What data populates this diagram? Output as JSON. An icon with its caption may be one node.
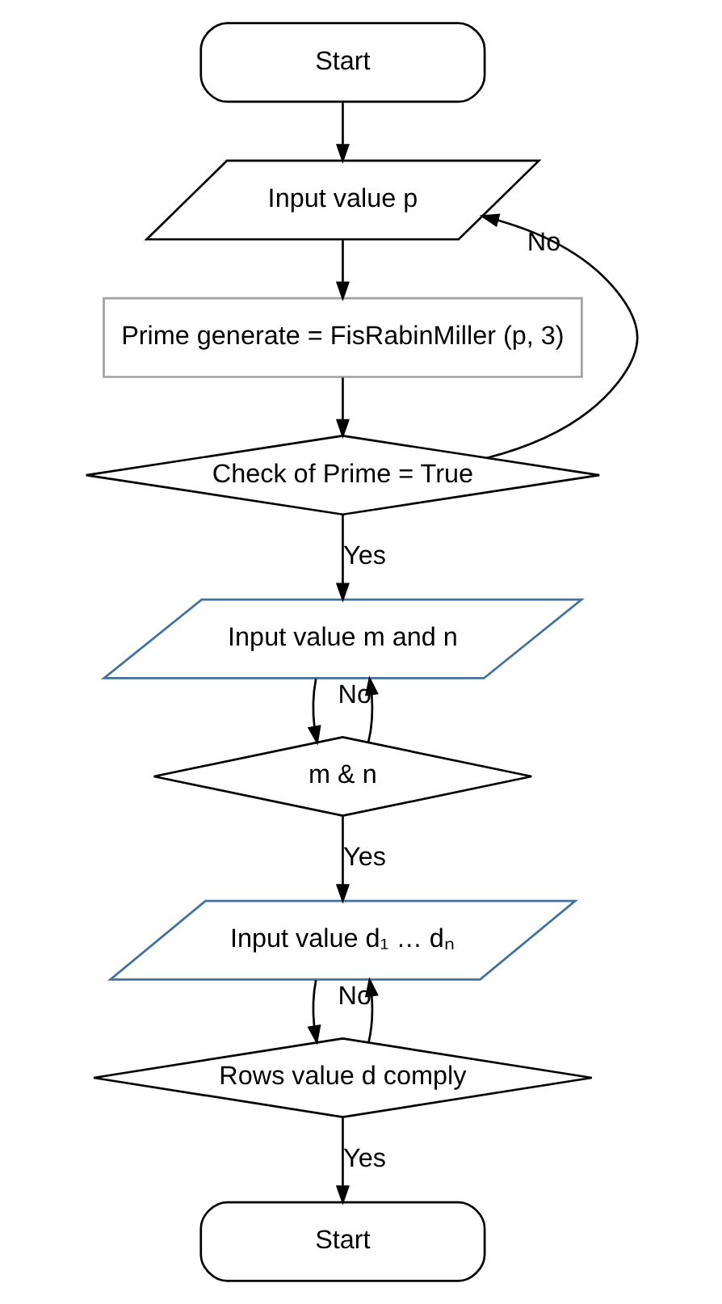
{
  "diagram": {
    "nodes": [
      {
        "text": [
          "Start"
        ]
      },
      {
        "text": [
          "Input value p"
        ]
      },
      {
        "text": [
          "Prime generate = FisRabinMiller (p, 3)"
        ]
      },
      {
        "text": [
          "Check of Prime = True"
        ]
      },
      {
        "text": [
          "Input value m and n"
        ]
      },
      {
        "text": [
          "m & n"
        ]
      },
      {
        "text": [
          "Input value d₁ … dₙ"
        ]
      },
      {
        "text": [
          "Rows value d comply"
        ]
      },
      {
        "text": [
          "Start"
        ]
      }
    ],
    "edges": [
      {
        "from": 0,
        "to": 1,
        "arrow": "to"
      },
      {
        "from": 1,
        "to": 2,
        "arrow": "to"
      },
      {
        "from": 2,
        "to": 3,
        "arrow": "to"
      },
      {
        "from": 3,
        "to": 1,
        "arrow": "to",
        "label": "No"
      },
      {
        "from": 3,
        "to": 4,
        "arrow": "to",
        "label": "Yes"
      },
      {
        "from": 4,
        "to": 5,
        "arrow": "to"
      },
      {
        "from": 5,
        "to": 4,
        "arrow": "to",
        "label": "No"
      },
      {
        "from": 5,
        "to": 6,
        "arrow": "to",
        "label": "Yes"
      },
      {
        "from": 6,
        "to": 7,
        "arrow": "to"
      },
      {
        "from": 7,
        "to": 6,
        "arrow": "to",
        "label": "No"
      },
      {
        "from": 7,
        "to": 8,
        "arrow": "to",
        "label": "Yes"
      }
    ]
  }
}
